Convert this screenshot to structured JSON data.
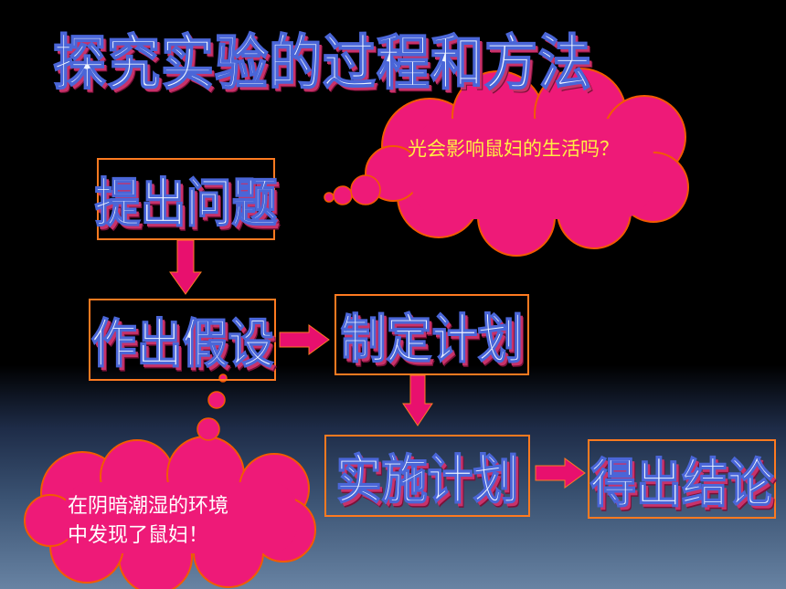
{
  "title": "探究实验的过程和方法",
  "steps": {
    "ask": "提出问题",
    "hypothesize": "作出假设",
    "plan": "制定计划",
    "execute": "实施计划",
    "conclude": "得出结论"
  },
  "thoughts": {
    "question": "光会影响鼠妇的生活吗？",
    "observation_line1": "在阴暗潮湿的环境",
    "observation_line2": "中发现了鼠妇！"
  },
  "colors": {
    "box_border": "#ff7a20",
    "arrow_fill": "#e8106e",
    "cloud_fill": "#ee1a78",
    "title_fill": "#eef4ff",
    "title_outline": "#4a66d8",
    "title_shadow": "#c8326a"
  }
}
